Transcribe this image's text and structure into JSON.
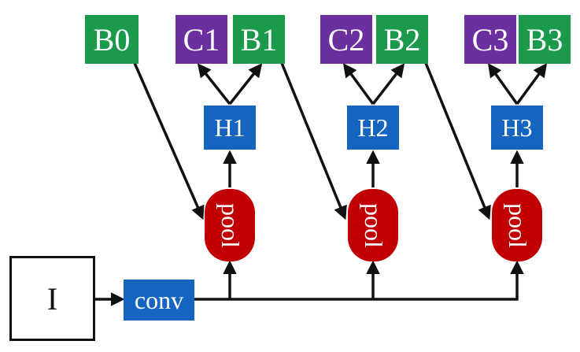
{
  "nodes": {
    "input": "I",
    "conv": "conv",
    "pool": "pool",
    "b0": "B0",
    "stages": [
      {
        "c": "C1",
        "b": "B1",
        "h": "H1"
      },
      {
        "c": "C2",
        "b": "B2",
        "h": "H2"
      },
      {
        "c": "C3",
        "b": "B3",
        "h": "H3"
      }
    ]
  },
  "colors": {
    "b_box": "#1a9a4a",
    "c_box": "#6b2fa0",
    "h_box": "#1565c0",
    "conv_box": "#1565c0",
    "pool_box": "#c00000",
    "line": "#111111"
  }
}
